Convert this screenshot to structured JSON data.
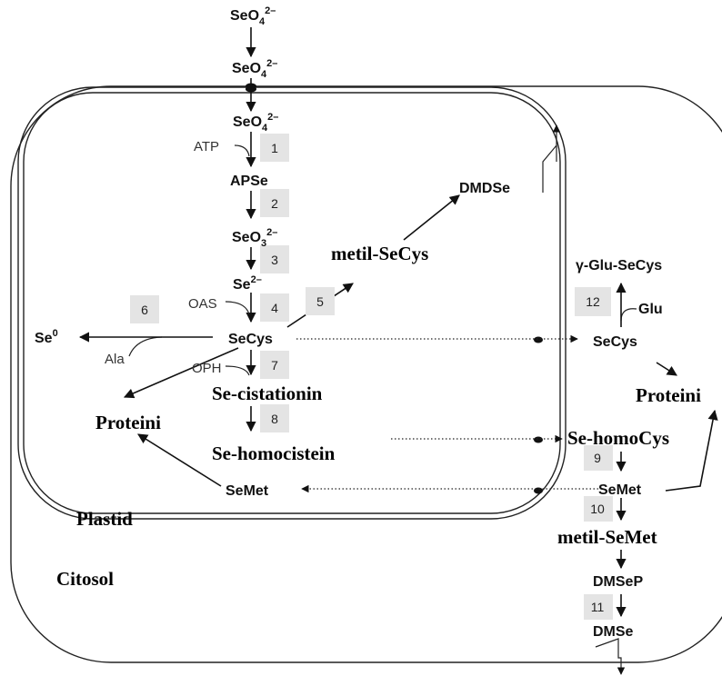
{
  "compounds": {
    "seo4_outer": "SeO",
    "seo4_cyt": "SeO",
    "seo4_plastid": "SeO",
    "apse": "APSe",
    "seo3": "SeO",
    "se2": "Se",
    "secys_plastid": "SeCys",
    "se0": "Se",
    "semet_plastid": "SeMet",
    "dmdse": "DMDSe",
    "gglu_secys": "γ-Glu-SeCys",
    "secys_cyt": "SeCys",
    "semet_cyt": "SeMet",
    "dmsep": "DMSeP",
    "dmse": "DMSe"
  },
  "sub": {
    "four": "4",
    "three": "3"
  },
  "sup": {
    "two_minus": "2–",
    "zero": "0"
  },
  "labels": {
    "metil_secys": "metil-SeCys",
    "se_cistationin": "Se-cistationin",
    "se_homocistein": "Se-homocistein",
    "proteini_plastid": "Proteini",
    "proteini_cyt": "Proteini",
    "se_homocys": "Se-homoCys",
    "metil_semet": "metil-SeMet",
    "plastid": "Plastid",
    "citosol": "Citosol"
  },
  "cofactors": {
    "atp": "ATP",
    "oas": "OAS",
    "oph": "OPH",
    "ala": "Ala",
    "glu": "Glu"
  },
  "steps": [
    "1",
    "2",
    "3",
    "4",
    "5",
    "6",
    "7",
    "8",
    "9",
    "10",
    "11",
    "12"
  ]
}
